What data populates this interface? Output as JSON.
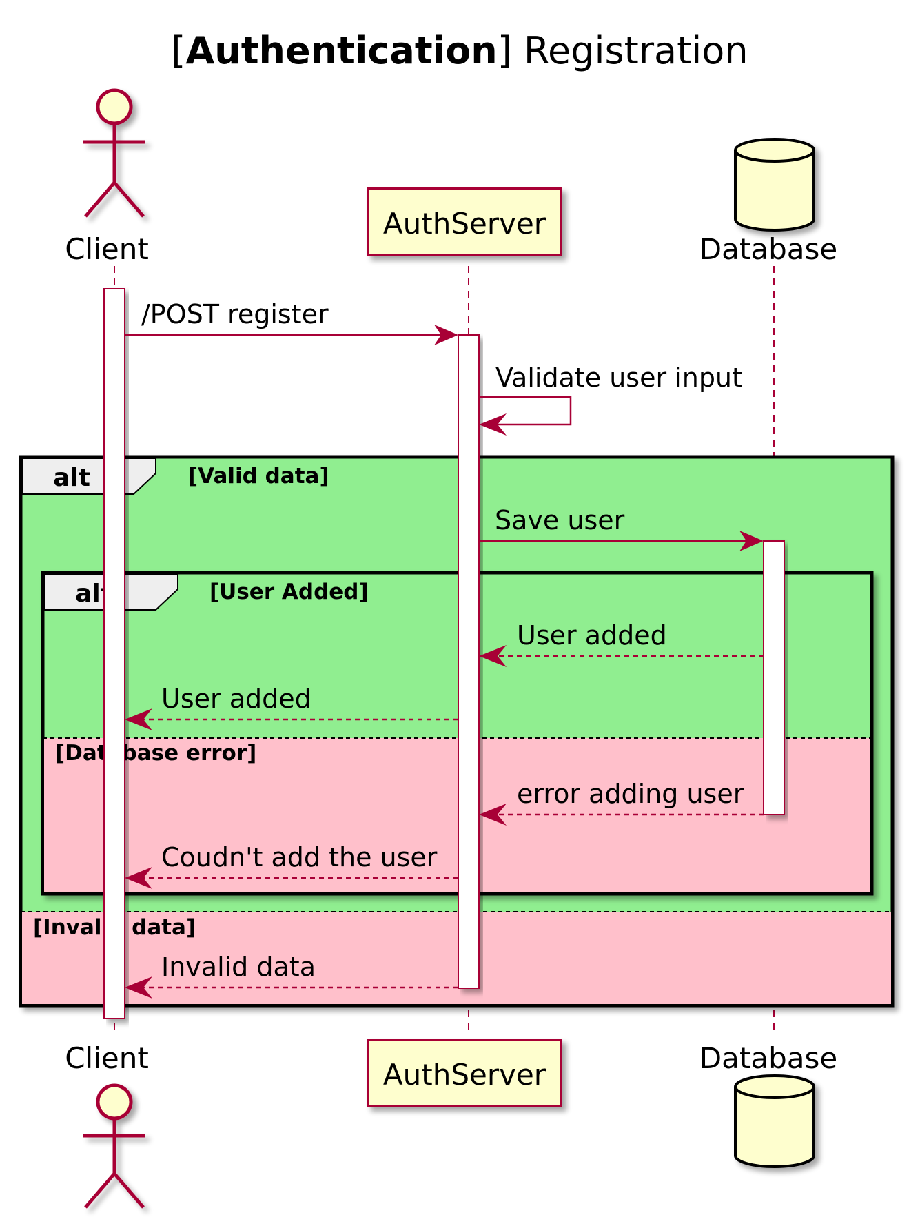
{
  "title": {
    "prefix": "[",
    "bold": "Authentication",
    "suffix": "] Registration"
  },
  "colors": {
    "actor_fill": "#FEFECE",
    "actor_stroke": "#A80036",
    "arrow": "#A80036",
    "group_green": "#90EE90",
    "group_pink": "#FFC0CB",
    "frame_stroke": "#000000",
    "tab_fill": "#EEEEEE",
    "activation_fill": "#FFFFFF"
  },
  "participants": [
    {
      "id": "client",
      "label": "Client",
      "shape": "actor"
    },
    {
      "id": "auth",
      "label": "AuthServer",
      "shape": "participant-box"
    },
    {
      "id": "db",
      "label": "Database",
      "shape": "database-cylinder"
    }
  ],
  "messages": [
    {
      "from": "Client",
      "to": "AuthServer",
      "label": "/POST register",
      "style": "solid"
    },
    {
      "from": "AuthServer",
      "to": "AuthServer",
      "label": "Validate user input",
      "style": "solid"
    },
    {
      "from": "AuthServer",
      "to": "Database",
      "label": "Save user",
      "style": "solid"
    },
    {
      "from": "Database",
      "to": "AuthServer",
      "label": "User added",
      "style": "dashed"
    },
    {
      "from": "AuthServer",
      "to": "Client",
      "label": "User added",
      "style": "dashed"
    },
    {
      "from": "Database",
      "to": "AuthServer",
      "label": "error adding user",
      "style": "dashed"
    },
    {
      "from": "AuthServer",
      "to": "Client",
      "label": "Coudn't add the user",
      "style": "dashed"
    },
    {
      "from": "AuthServer",
      "to": "Client",
      "label": "Invalid data",
      "style": "dashed"
    }
  ],
  "fragments": {
    "outer": {
      "keyword": "alt",
      "guard": "[Valid data]",
      "else_guard": "[Invalid data]"
    },
    "inner": {
      "keyword": "alt",
      "guard": "[User Added]",
      "else_guard": "[Database error]"
    }
  }
}
